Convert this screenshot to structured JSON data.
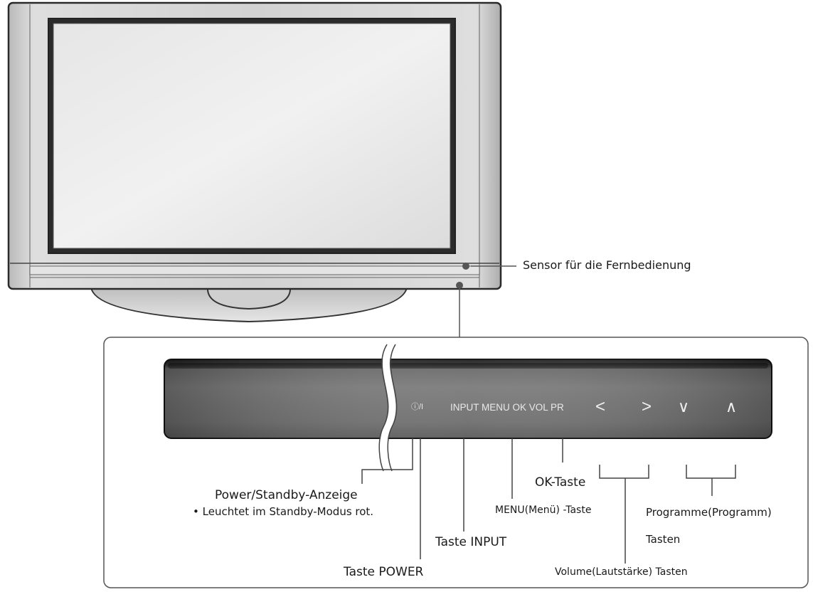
{
  "labels": {
    "sensor": "Sensor für die Fernbedienung",
    "power_standby_title": "Power/Standby-Anzeige",
    "power_standby_note": "• Leuchtet im Standby-Modus rot.",
    "taste_power": "Taste POWER",
    "taste_input": "Taste INPUT",
    "menu_taste": "MENU(Menü) -Taste",
    "ok_taste": "OK-Taste",
    "volume_tasten": "Volume(Lautstärke) Tasten",
    "programme_line1": "Programme(Programm)",
    "programme_line2": "Tasten"
  },
  "panel": {
    "power_symbol": "ⓘ/I",
    "buttons_text": "INPUT MENU OK VOL PR",
    "left_arrow": "<",
    "right_arrow": ">",
    "down_arrow": "∨",
    "up_arrow": "∧"
  }
}
